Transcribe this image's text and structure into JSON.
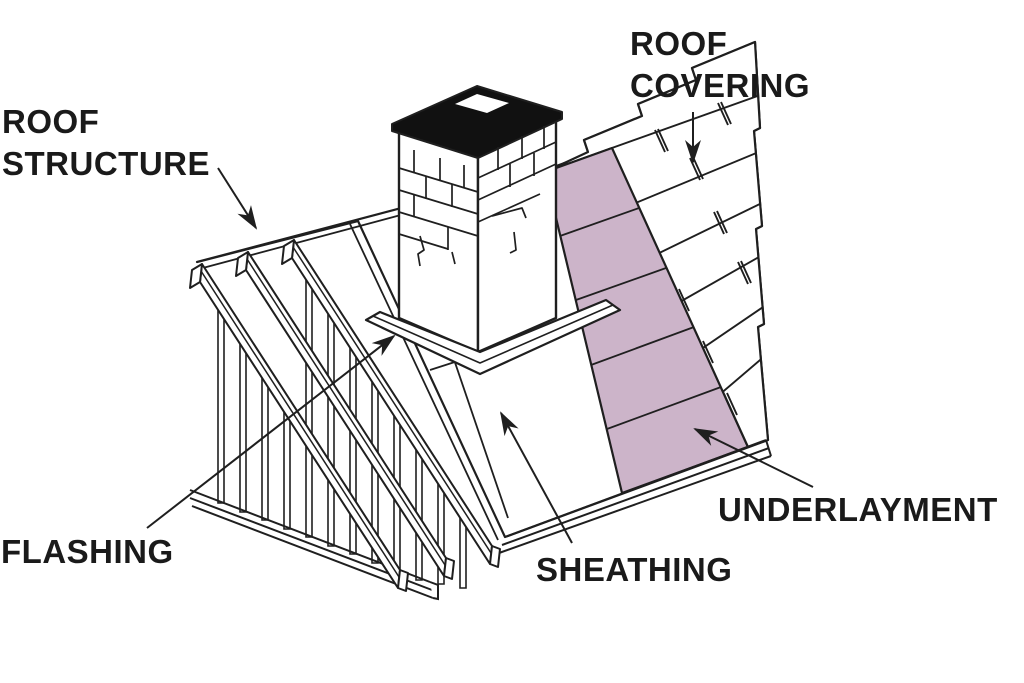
{
  "labels": {
    "roof_structure": "ROOF\nSTRUCTURE",
    "roof_covering": "ROOF\nCOVERING",
    "flashing": "FLASHING",
    "sheathing": "SHEATHING",
    "underlayment": "UNDERLAYMENT"
  },
  "colors": {
    "line": "#1f1f1f",
    "underlayment_fill": "#ccb4c9",
    "chimney_cap_fill": "#111111",
    "text": "#1a1a1a",
    "background": "#ffffff"
  }
}
